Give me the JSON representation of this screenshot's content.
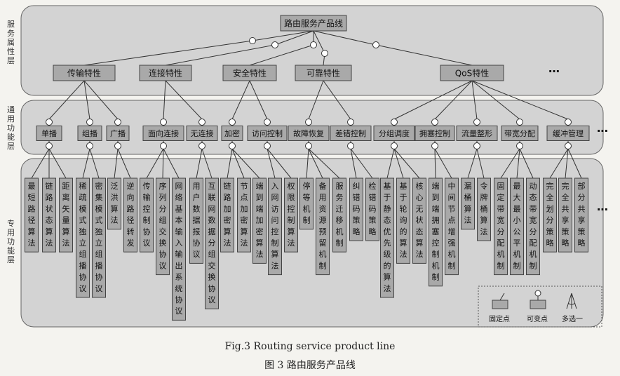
{
  "layers": {
    "service": "服务属性层",
    "common": "通用功能层",
    "special": "专用功能层"
  },
  "root": "路由服务产品线",
  "l1": [
    "传输特性",
    "连接特性",
    "安全特性",
    "可靠特性",
    "QoS特性"
  ],
  "l2": [
    "单播",
    "组播",
    "广播",
    "面向连接",
    "无连接",
    "加密",
    "访问控制",
    "故障恢复",
    "差错控制",
    "分组调度",
    "拥塞控制",
    "流量整形",
    "带宽分配",
    "缓冲管理"
  ],
  "l3": [
    "最短路径算法",
    "链路状态算法",
    "距离矢量算法",
    "稀疏模式独立组播协议",
    "密集模式独立组播协议",
    "泛洪算法",
    "逆向路径转发",
    "传输控制协议",
    "序列分组交换协议",
    "网络基本输入输出系统协议",
    "用户数据报协议",
    "互联网数据分组交换协议",
    "链路加密算法",
    "节点加密算法",
    "端到端加密算法",
    "入网访问控制算法",
    "权限控制算法",
    "停等机制",
    "备用资源预留机制",
    "服务迁移机制",
    "纠错码策略",
    "检错码策略",
    "基于静态优先级的算法",
    "基于轮询的算法",
    "核心无状态算法",
    "端到端拥塞控制机制",
    "中间节点增强机制",
    "漏桶算法",
    "令牌桶算法",
    "固定带宽分配机制",
    "最大最小公平机制",
    "动态带宽分配机制",
    "完全划分策略",
    "完全共享策略",
    "部分共享策略"
  ],
  "ellipsis": "…",
  "legend": {
    "fixed": "固定点",
    "variable": "可变点",
    "multi": "多选一"
  },
  "caption": {
    "en": "Fig.3    Routing service product line",
    "zh": "图 3    路由服务产品线"
  }
}
